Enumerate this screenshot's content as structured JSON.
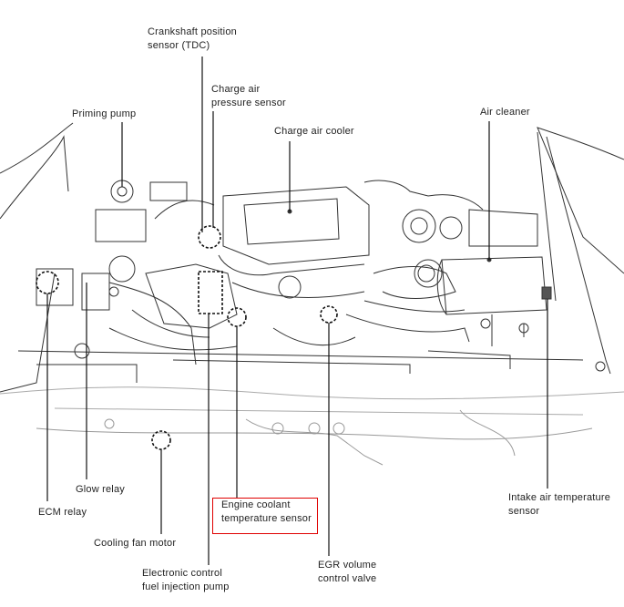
{
  "labels": {
    "crankshaft": [
      "Crankshaft position",
      "sensor (TDC)"
    ],
    "charge_air_pressure": [
      "Charge air",
      "pressure sensor"
    ],
    "priming_pump": [
      "Priming pump"
    ],
    "charge_air_cooler": [
      "Charge air cooler"
    ],
    "air_cleaner": [
      "Air cleaner"
    ],
    "ecm_relay": [
      "ECM relay"
    ],
    "glow_relay": [
      "Glow relay"
    ],
    "cooling_fan_motor": [
      "Cooling fan motor"
    ],
    "fuel_injection_pump": [
      "Electronic control",
      "fuel injection pump"
    ],
    "engine_coolant_temp": [
      "Engine coolant",
      "temperature sensor"
    ],
    "egr_valve": [
      "EGR volume",
      "control valve"
    ],
    "intake_air_temp": [
      "Intake air temperature",
      "sensor"
    ]
  },
  "highlight_color": "#e00000"
}
